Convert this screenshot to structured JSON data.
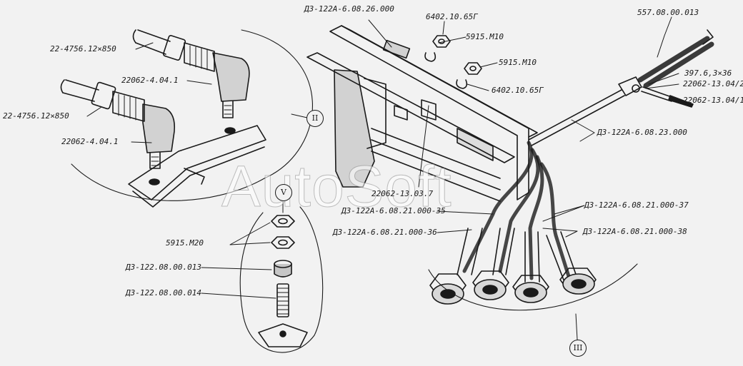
{
  "watermark": "AutoSoft",
  "callouts": {
    "group_II": "II",
    "group_III": "III",
    "group_V": "V"
  },
  "labels": {
    "l1": "22-4756.12×850",
    "l2": "22062-4.04.1",
    "l3": "22-4756.12×850",
    "l4": "22062-4.04.1",
    "l5": "Д3-122А-6.08.26.000",
    "l6": "6402.10.65Г",
    "l7": "5915.М10",
    "l8": "5915.М10",
    "l9": "6402.10.65Г",
    "l10": "557.08.00.013",
    "l11": "397.6,3×36",
    "l12": "22062-13.04/2",
    "l13": "22062-13.04/1",
    "l14": "Д3-122А-6.08.23.000",
    "l15": "22062-13.03.7",
    "l16": "Д3-122А-6.08.21.000-35",
    "l17": "Д3-122А-6.08.21.000-36",
    "l18": "Д3-122А-6.08.21.000-37",
    "l19": "Д3-122А-6.08.21.000-38",
    "l20": "5915.М20",
    "l21": "Д3-122.08.00.013",
    "l22": "Д3-122.08.00.014"
  }
}
